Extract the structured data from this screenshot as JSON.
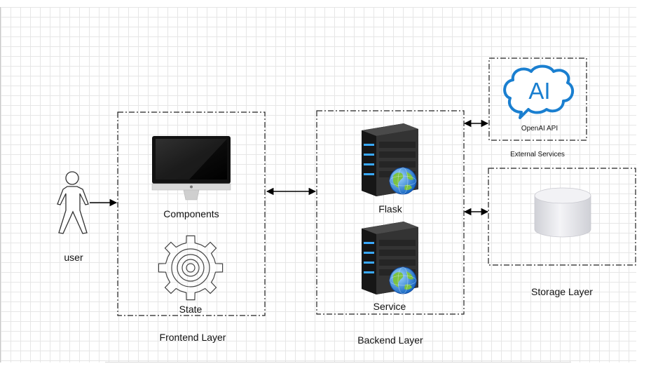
{
  "user": {
    "label": "user"
  },
  "frontend": {
    "components_label": "Components",
    "state_label": "State",
    "layer_label": "Frontend Layer"
  },
  "backend": {
    "flask_label": "Flask",
    "service_label": "Service",
    "layer_label": "Backend Layer"
  },
  "external": {
    "ai_text": "AI",
    "api_label": "OpenAI API",
    "group_label": "External Services"
  },
  "storage": {
    "layer_label": "Storage Layer"
  },
  "colors": {
    "ai_blue": "#1a7fd0",
    "server_dark": "#2b2b2b",
    "server_led": "#39a9ff",
    "globe_blue": "#1e88e5",
    "globe_green": "#7cc242",
    "cylinder": "#e6e6ea"
  }
}
